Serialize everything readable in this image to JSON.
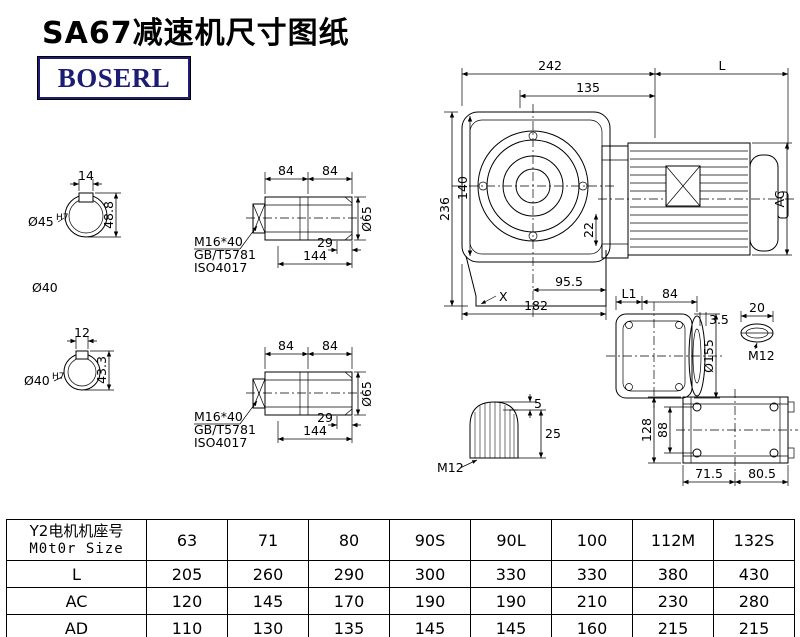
{
  "page": {
    "title": "SA67减速机尺寸图纸",
    "logo": "BOSERL"
  },
  "colors": {
    "logo_navy": "#1c1c74",
    "line": "#000000",
    "background": "#ffffff"
  },
  "drawing": {
    "main": {
      "d242": "242",
      "dL": "L",
      "d135": "135",
      "d236": "236",
      "d140": "140",
      "d22": "22",
      "dAC": "AC",
      "d95": "95.5",
      "d182": "182",
      "dX": "X"
    },
    "sections": {
      "s1_w": "14",
      "s1_h": "48.8",
      "s1_dia": "Ø45",
      "s1_sup": "H7",
      "mid_dia": "Ø40",
      "s2_w": "12",
      "s2_h": "43.3",
      "s2_dia": "Ø40",
      "s2_sup": "H7"
    },
    "shafts": [
      {
        "d84a": "84",
        "d84b": "84",
        "d29": "29",
        "d144": "144",
        "dia": "Ø65",
        "bolt": "M16*40",
        "std1": "GB/T5781",
        "std2": "ISO4017"
      },
      {
        "d84a": "84",
        "d84b": "84",
        "d29": "29",
        "d144": "144",
        "dia": "Ø65",
        "bolt": "M16*40",
        "std1": "GB/T5781",
        "std2": "ISO4017"
      }
    ],
    "side": {
      "dL1": "L1",
      "d84": "84",
      "d35": "3.5",
      "d20": "20",
      "dia": "Ø155",
      "m12": "M12"
    },
    "bottom": {
      "d128": "128",
      "d88": "88",
      "d715": "71.5",
      "d805": "80.5"
    },
    "key": {
      "d5": "5",
      "d25": "25",
      "m12": "M12"
    }
  },
  "table": {
    "header": {
      "line1": "Y2电机机座号",
      "line2": "M0t0r Size"
    },
    "columns": [
      "63",
      "71",
      "80",
      "90S",
      "90L",
      "100",
      "112M",
      "132S"
    ],
    "rows": [
      {
        "label": "L",
        "values": [
          "205",
          "260",
          "290",
          "300",
          "330",
          "330",
          "380",
          "430"
        ]
      },
      {
        "label": "AC",
        "values": [
          "120",
          "145",
          "170",
          "190",
          "190",
          "210",
          "230",
          "280"
        ]
      },
      {
        "label": "AD",
        "values": [
          "110",
          "130",
          "135",
          "145",
          "145",
          "160",
          "215",
          "215"
        ]
      }
    ]
  }
}
